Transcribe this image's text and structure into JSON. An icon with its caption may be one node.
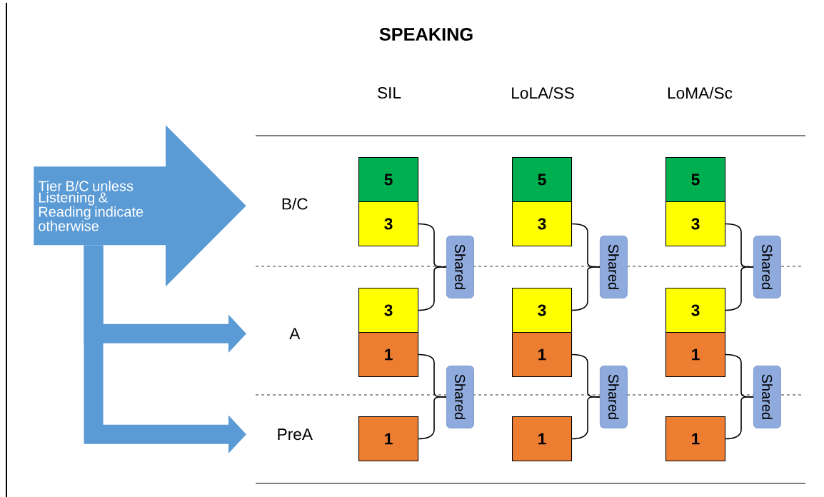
{
  "diagram": {
    "title": "SPEAKING",
    "nodes": [
      {
        "text": [
          "Tier B/C unless Listening & Reading indicate otherwise"
        ]
      },
      {
        "text": [
          "B/C"
        ]
      },
      {
        "text": [
          "A"
        ]
      },
      {
        "text": [
          "PreA"
        ]
      },
      {
        "text": [
          "5"
        ]
      },
      {
        "text": [
          "3"
        ]
      },
      {
        "text": [
          "Shared"
        ]
      },
      {
        "text": [
          "3"
        ]
      },
      {
        "text": [
          "1"
        ]
      },
      {
        "text": [
          "Shared"
        ]
      },
      {
        "text": [
          "1"
        ]
      },
      {
        "text": [
          "5"
        ]
      },
      {
        "text": [
          "3"
        ]
      },
      {
        "text": [
          "Shared"
        ]
      },
      {
        "text": [
          "3"
        ]
      },
      {
        "text": [
          "1"
        ]
      },
      {
        "text": [
          "Shared"
        ]
      },
      {
        "text": [
          "1"
        ]
      },
      {
        "text": [
          "5"
        ]
      },
      {
        "text": [
          "3"
        ]
      },
      {
        "text": [
          "Shared"
        ]
      },
      {
        "text": [
          "3"
        ]
      },
      {
        "text": [
          "1"
        ]
      },
      {
        "text": [
          "Shared"
        ]
      },
      {
        "text": [
          "1"
        ]
      }
    ],
    "edges": [
      {
        "from": 0,
        "to": 1,
        "arrow": "to",
        "style": "thick",
        "color": "#5b9bd5"
      },
      {
        "from": 0,
        "to": 2,
        "arrow": "to",
        "style": "thick",
        "color": "#5b9bd5"
      },
      {
        "from": 0,
        "to": 3,
        "arrow": "to",
        "style": "thick",
        "color": "#5b9bd5"
      },
      {
        "from": 5,
        "to": 6,
        "arrow": "none"
      },
      {
        "from": 7,
        "to": 6,
        "arrow": "none"
      },
      {
        "from": 8,
        "to": 9,
        "arrow": "none"
      },
      {
        "from": 10,
        "to": 9,
        "arrow": "none"
      },
      {
        "from": 12,
        "to": 13,
        "arrow": "none"
      },
      {
        "from": 14,
        "to": 13,
        "arrow": "none"
      },
      {
        "from": 15,
        "to": 16,
        "arrow": "none"
      },
      {
        "from": 17,
        "to": 16,
        "arrow": "none"
      },
      {
        "from": 19,
        "to": 20,
        "arrow": "none"
      },
      {
        "from": 21,
        "to": 20,
        "arrow": "none"
      },
      {
        "from": 22,
        "to": 23,
        "arrow": "none"
      },
      {
        "from": 24,
        "to": 23,
        "arrow": "none"
      }
    ],
    "labels": [
      "SIL",
      "LoLA/SS",
      "LoMA/Sc"
    ]
  }
}
